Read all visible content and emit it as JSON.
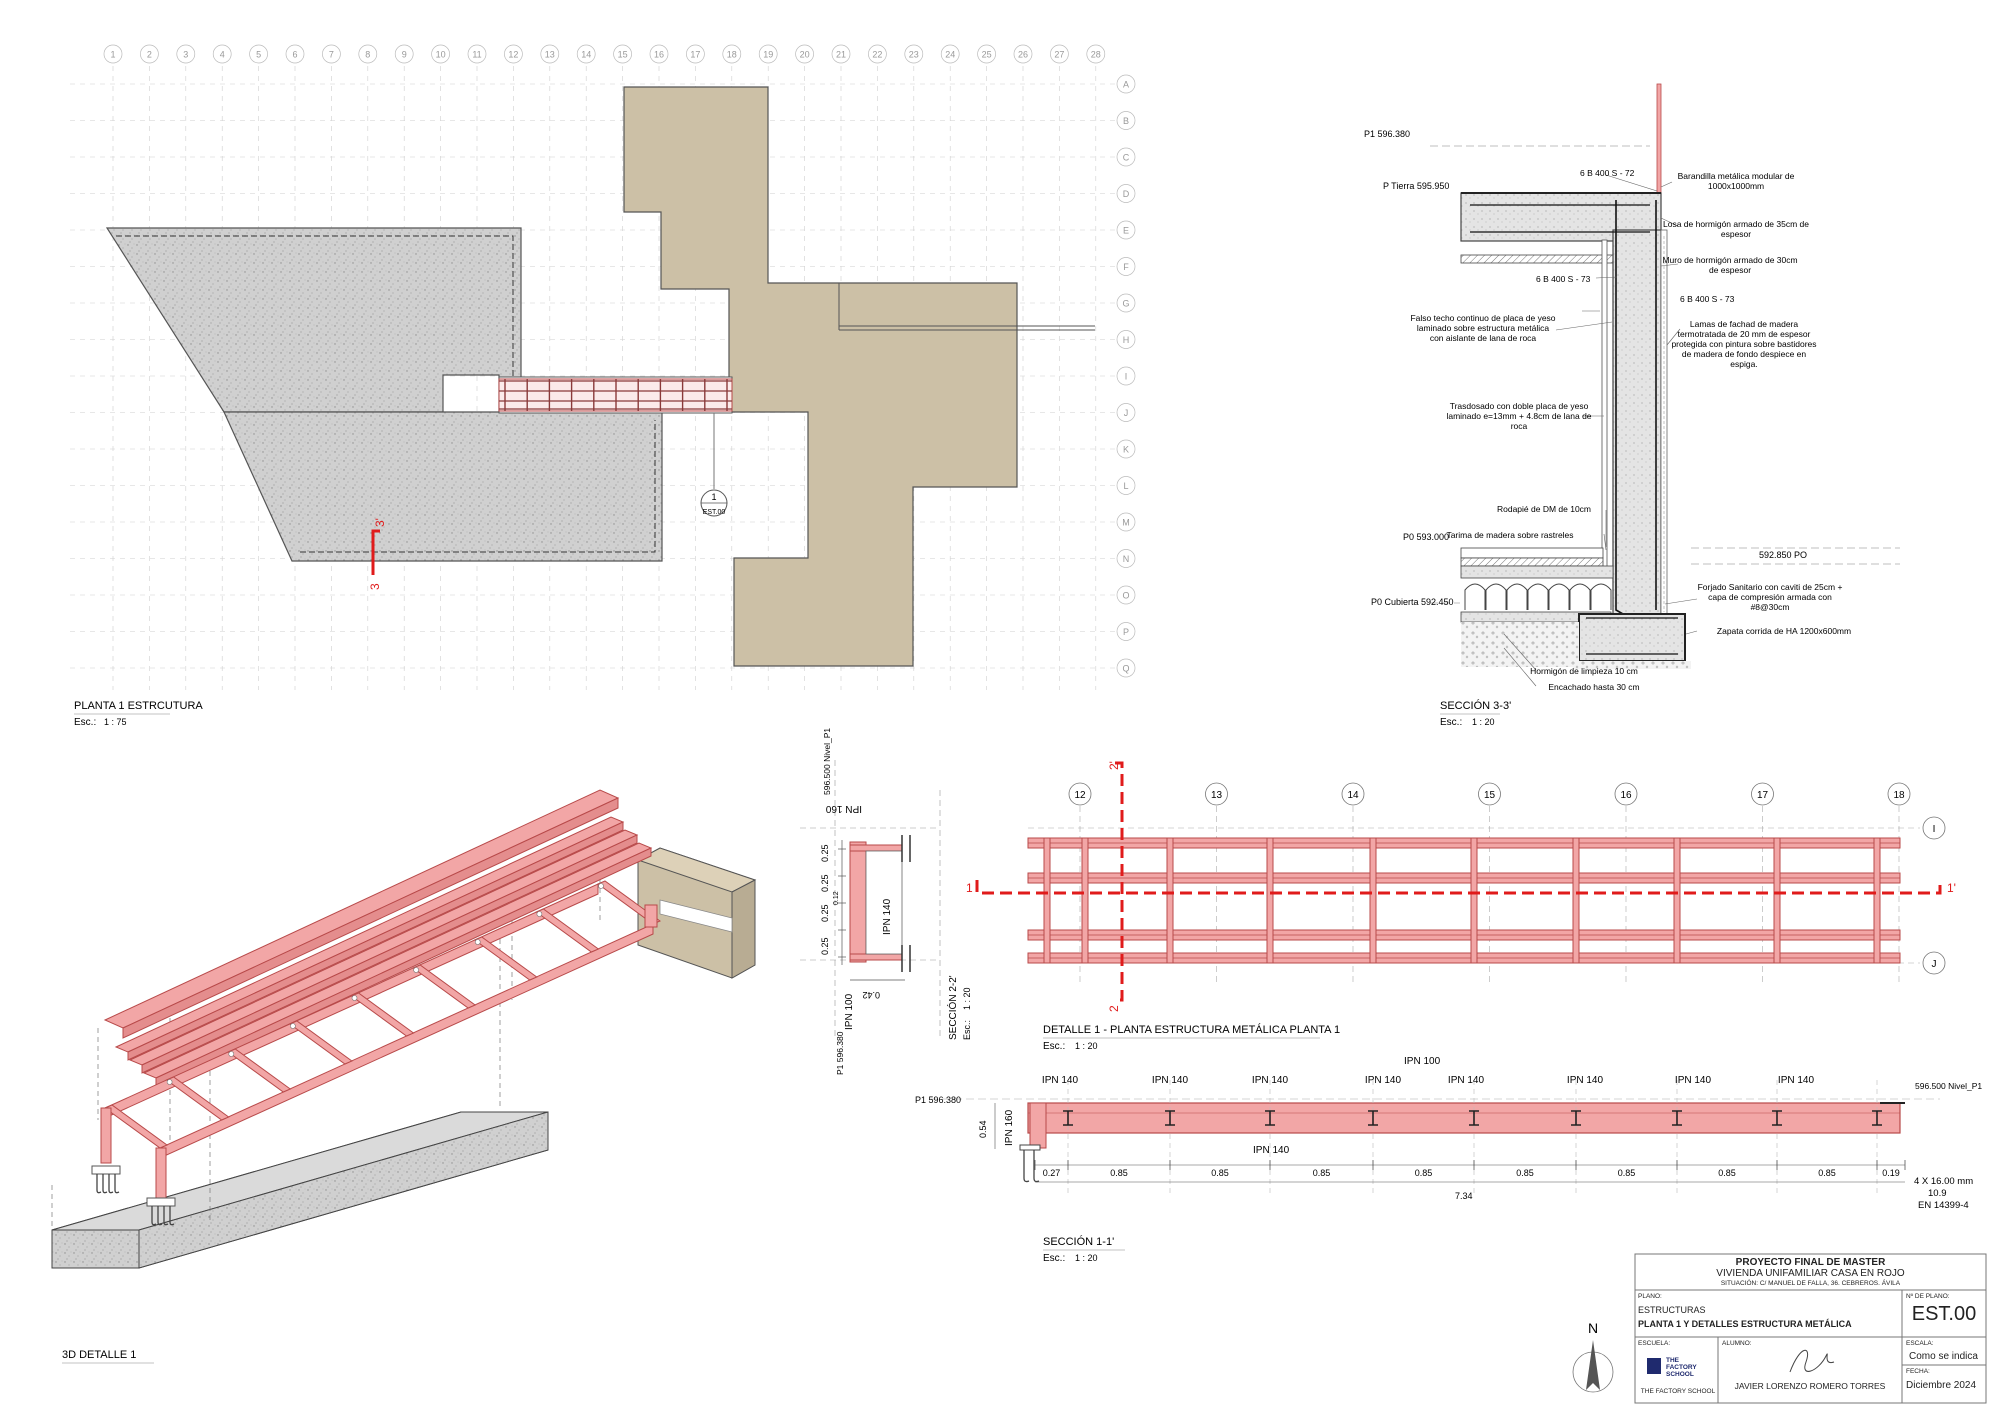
{
  "grid": {
    "columns": [
      "1",
      "2",
      "3",
      "4",
      "5",
      "6",
      "7",
      "8",
      "9",
      "10",
      "11",
      "12",
      "13",
      "14",
      "15",
      "16",
      "17",
      "18",
      "19",
      "20",
      "21",
      "22",
      "23",
      "24",
      "25",
      "26",
      "27",
      "28"
    ],
    "rows": [
      "A",
      "B",
      "C",
      "D",
      "E",
      "F",
      "G",
      "H",
      "I",
      "J",
      "K",
      "L",
      "M",
      "N",
      "O",
      "P",
      "Q"
    ]
  },
  "plan": {
    "title": "PLANTA 1 ESTRCUTURA",
    "scale_label": "Esc.:",
    "scale": "1 : 75",
    "callout_number": "1",
    "callout_sheet": "EST.00",
    "cut_start": "3",
    "cut_end": "3'"
  },
  "section33": {
    "title": "SECCIÓN 3-3'",
    "scale_label": "Esc.:",
    "scale": "1 : 20",
    "levels": {
      "p1": "P1  596.380",
      "ptierra": "P Tierra  595.950",
      "p0": "P0  593.000",
      "p0cub": "P0 Cubierta  592.450",
      "p0right": "592.850  PO"
    },
    "annotations": {
      "rebar1": "6 B 400 S - 72",
      "rebar2": "6 B 400 S - 73",
      "rebar3": "6 B 400 S - 73",
      "barandilla": [
        "Barandilla metálica modular de",
        "1000x1000mm"
      ],
      "losa": [
        "Losa de hormigón armado de 35cm de",
        "espesor"
      ],
      "muro": [
        "Muro de hormigón armado de 30cm",
        "de espesor"
      ],
      "lamas": [
        "Lamas de fachad de madera",
        "termotratada de 20 mm de espesor",
        "protegida con pintura sobre bastidores",
        "de madera de fondo despiece en",
        "espiga."
      ],
      "falso": [
        "Falso techo continuo de placa de yeso",
        "laminado sobre estructura metálica",
        "con aislante de lana de roca"
      ],
      "trasdosado": [
        "Trasdosado con doble placa de yeso",
        "laminado e=13mm + 4.8cm de lana de",
        "roca"
      ],
      "rodapie": "Rodapié de DM de 10cm",
      "tarima": "Tarima de madera sobre rastreles",
      "forjado": [
        "Forjado Sanitario con caviti de 25cm +",
        "capa de compresión armada con",
        "#8@30cm"
      ],
      "zapata": "Zapata corrida de HA 1200x600mm",
      "hormigon": "Hormigón de limpieza 10 cm",
      "encachado": "Encachado hasta 30 cm"
    }
  },
  "view3d": {
    "title": "3D DETALLE 1"
  },
  "section22": {
    "title": "SECCIÓN 2-2'",
    "scale_label": "Esc.:",
    "scale": "1 : 20",
    "level_top": "596.500  Nivel_P1",
    "level_bottom": "P1  596.380",
    "ipn160": "IPN 160",
    "ipn140": "IPN 140",
    "ipn100": "IPN 100",
    "dims": [
      "0.25",
      "0.25",
      "0.25",
      "0.25"
    ],
    "dim_width": "0.42",
    "dim_small": "0.12"
  },
  "detail1": {
    "title": "DETALLE 1 - PLANTA ESTRUCTURA METÁLICA PLANTA 1",
    "scale_label": "Esc.:",
    "scale": "1 : 20",
    "axes": [
      "12",
      "13",
      "14",
      "15",
      "16",
      "17",
      "18"
    ],
    "row_i": "I",
    "row_j": "J",
    "cut1_start": "1",
    "cut1_end": "1'",
    "cut2_start": "2",
    "cut2_end": "2'"
  },
  "section11": {
    "title": "SECCIÓN 1-1'",
    "scale_label": "Esc.:",
    "scale": "1 : 20",
    "level_left": "P1  596.380",
    "level_right": "596.500  Nivel_P1",
    "ipn_top": [
      "IPN 140",
      "IPN 140",
      "IPN 140",
      "IPN 140",
      "IPN 140",
      "IPN 140",
      "IPN 140",
      "IPN 140"
    ],
    "ipn100": "IPN 100",
    "ipn160": "IPN 160",
    "ipn_bottom": "IPN 140",
    "height": "0.54",
    "dims": [
      "0.27",
      "0.85",
      "0.85",
      "0.85",
      "0.85",
      "0.85",
      "0.85",
      "0.85",
      "0.85",
      "0.19"
    ],
    "total": "7.34",
    "bolt": [
      "4 X 16.00 mm",
      "10.9",
      "EN 14399-4"
    ]
  },
  "titleblock": {
    "project": "PROYECTO FINAL DE MASTER",
    "house": "VIVIENDA UNIFAMILIAR CASA EN ROJO",
    "location": "SITUACIÓN: C/ MANUEL DE FALLA, 36. CEBREROS. ÁVILA",
    "plano_label": "PLANO:",
    "plano_value": "ESTRUCTURAS",
    "plano_desc": "PLANTA 1 Y DETALLES ESTRUCTURA METÁLICA",
    "num_label": "Nº DE PLANO:",
    "num_value": "EST.00",
    "escuela_label": "ESCUELA:",
    "school_logo": [
      "THE",
      "FACTORY",
      "SCHOOL"
    ],
    "school_name": "THE FACTORY SCHOOL",
    "alumno_label": "ALUMNO:",
    "alumno": "JAVIER LORENZO ROMERO TORRES",
    "escala_label": "ESCALA:",
    "escala_value": "Como se indica",
    "fecha_label": "FECHA:",
    "fecha_value": "Diciembre 2024",
    "north": "N"
  },
  "colors": {
    "steel": "#f2a6a6",
    "steel_edge": "#b84a4a",
    "cut_red": "#e01b1b",
    "slab_tan": "#ccc0a6",
    "concrete": "#d4d4d4",
    "grid": "#cfcfcf"
  }
}
